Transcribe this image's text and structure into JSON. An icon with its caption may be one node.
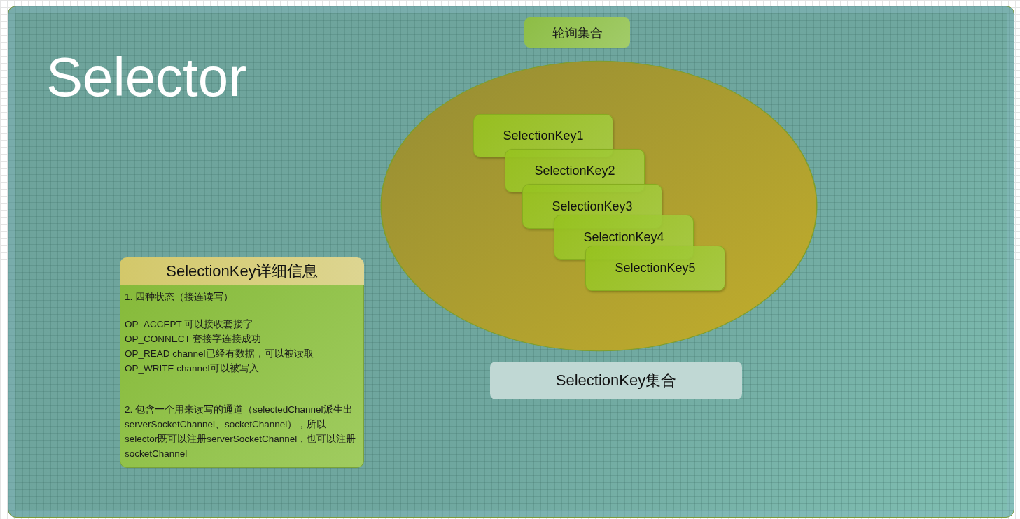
{
  "diagram": {
    "nodes": [
      {
        "text": [
          "Selector"
        ]
      },
      {
        "text": [
          "轮询集合"
        ],
        "in": 0
      },
      {
        "text": [],
        "shape": "ellipse",
        "in": 0
      },
      {
        "text": [
          "SelectionKey1"
        ],
        "in": 2
      },
      {
        "text": [
          "SelectionKey2"
        ],
        "in": 2
      },
      {
        "text": [
          "SelectionKey3"
        ],
        "in": 2
      },
      {
        "text": [
          "SelectionKey4"
        ],
        "in": 2
      },
      {
        "text": [
          "SelectionKey5"
        ],
        "in": 2
      },
      {
        "text": [
          "SelectionKey集合"
        ],
        "in": 0
      },
      {
        "text": [
          "SelectionKey详细信息"
        ],
        "in": 0
      },
      {
        "text": [
          "1. 四种状态（接连读写）",
          "OP_ACCEPT 可以接收套接字",
          "OP_CONNECT 套接字连接成功",
          "OP_READ channel已经有数据，可以被读取",
          "OP_WRITE channel可以被写入",
          "2. 包含一个用来读写的通道（selectedChannel派生出serverSocketChannel、socketChannel），所以selector既可以注册serverSocketChannel，也可以注册socketChannel"
        ],
        "in": 0
      }
    ]
  }
}
